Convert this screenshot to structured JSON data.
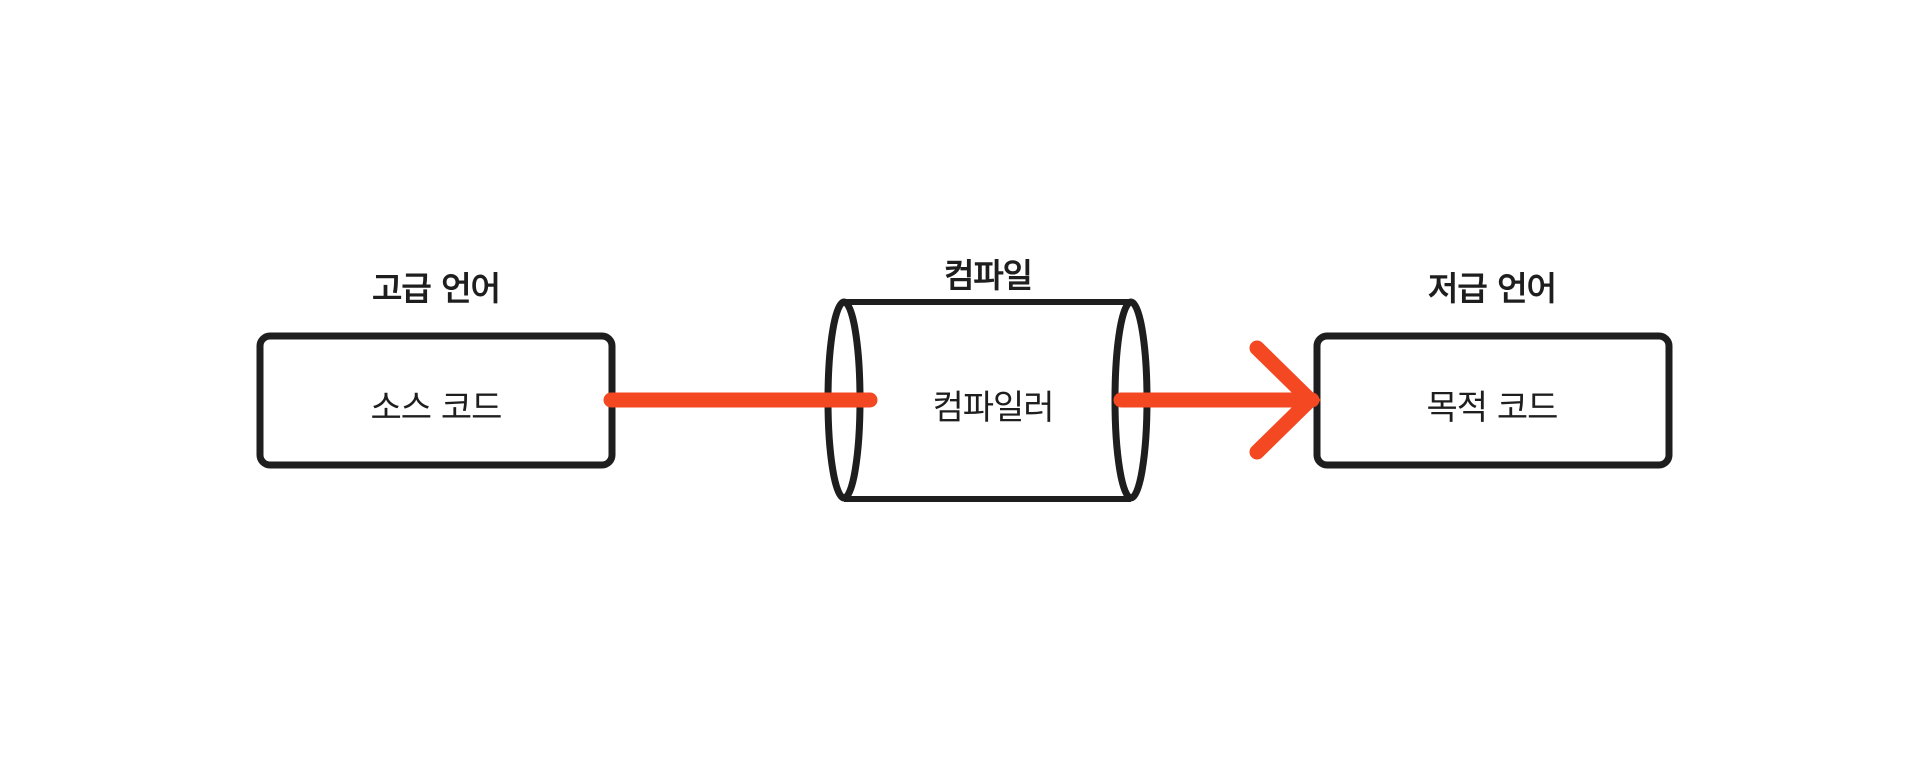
{
  "diagram": {
    "source": {
      "heading": "고급 언어",
      "label": "소스 코드"
    },
    "compiler": {
      "heading": "컴파일",
      "label": "컴파일러"
    },
    "target": {
      "heading": "저급 언어",
      "label": "목적 코드"
    }
  },
  "colors": {
    "stroke": "#1e1e1e",
    "arrow": "#f34822",
    "background": "#ffffff"
  }
}
